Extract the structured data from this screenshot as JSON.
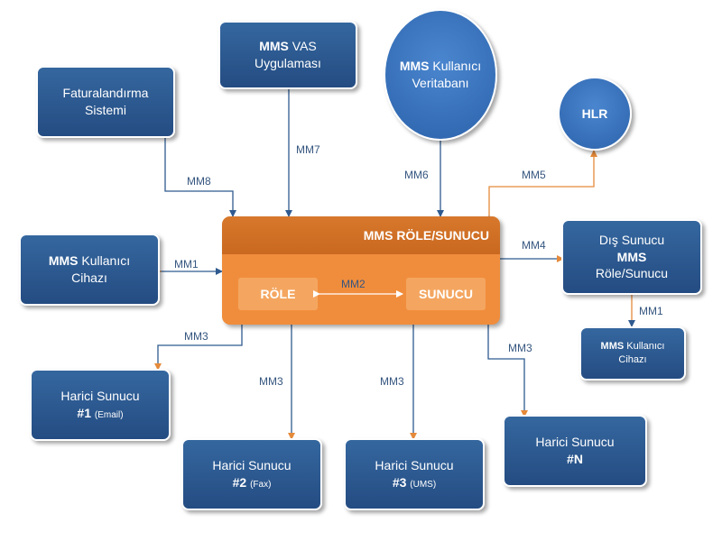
{
  "nodes": {
    "faturalandirma": {
      "line1": "Faturalandırma",
      "line2": "Sistemi"
    },
    "vas": {
      "bold": "MMS",
      "rest": " VAS",
      "line2": "Uygulaması"
    },
    "veritabani": {
      "bold": "MMS",
      "rest": " Kullanıcı",
      "line2": "Veritabanı"
    },
    "hlr": {
      "label": "HLR"
    },
    "kullanici_cihazi": {
      "bold": "MMS",
      "rest": " Kullanıcı",
      "line2": "Cihazı"
    },
    "dis_sunucu": {
      "line1": "Dış Sunucu",
      "line2": "MMS",
      "line3": "Röle/Sunucu"
    },
    "dis_kullanici_cihazi": {
      "bold": "MMS",
      "rest": " Kullanıcı",
      "line2": "Cihazı"
    },
    "harici1": {
      "line1": "Harici Sunucu",
      "number": "#1",
      "note": "(Email)"
    },
    "harici2": {
      "line1": "Harici Sunucu",
      "number": "#2",
      "note": "(Fax)"
    },
    "harici3": {
      "line1": "Harici Sunucu",
      "number": "#3",
      "note": "(UMS)"
    },
    "haricin": {
      "line1": "Harici Sunucu",
      "number": "#N"
    }
  },
  "central": {
    "title": "MMS RÖLE/SUNUCU",
    "left_box": "RÖLE",
    "right_box": "SUNUCU"
  },
  "interfaces": {
    "mm1_left": "MM1",
    "mm2": "MM2",
    "mm3_harici1": "MM3",
    "mm3_harici2": "MM3",
    "mm3_harici3": "MM3",
    "mm3_haricin": "MM3",
    "mm4": "MM4",
    "mm5": "MM5",
    "mm6": "MM6",
    "mm7": "MM7",
    "mm8": "MM8",
    "mm1_right": "MM1"
  },
  "colors": {
    "node_blue": "#2d5a93",
    "relay_orange": "#f08d3c",
    "line_blue": "#2f5a8f",
    "line_orange": "#e58a3a"
  }
}
